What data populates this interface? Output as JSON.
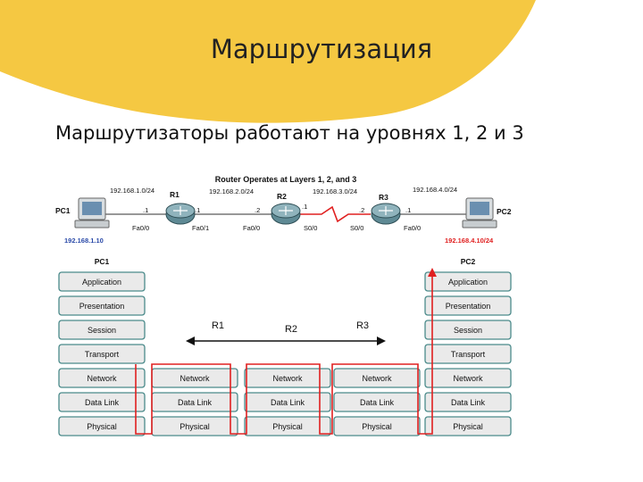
{
  "slide": {
    "title": "Маршрутизация",
    "subtitle": "Маршрутизаторы работают на уровнях 1, 2 и 3"
  },
  "diagram": {
    "heading": "Router Operates at Layers 1, 2, and 3",
    "devices": {
      "pc1": "PC1",
      "pc2": "PC2",
      "r1": "R1",
      "r2": "R2",
      "r3": "R3"
    },
    "networks": [
      "192.168.1.0/24",
      "192.168.2.0/24",
      "192.168.3.0/24",
      "192.168.4.0/24"
    ],
    "pc1_ip": "192.168.1.10",
    "pc2_ip": "192.168.4.10/24",
    "host_suffixes": {
      "r1_left": ".1",
      "r1_right": ".1",
      "r2_left": ".2",
      "r2_right": ".1",
      "r3_left": ".2",
      "r3_right": ".1"
    },
    "interfaces": {
      "r1_left": "Fa0/0",
      "r1_right": "Fa0/1",
      "r2_left": "Fa0/0",
      "r2_right": "S0/0",
      "r3_left": "S0/0",
      "r3_right": "Fa0/0"
    },
    "stack_headers": {
      "pc1": "PC1",
      "pc2": "PC2",
      "r1": "R1",
      "r2": "R2",
      "r3": "R3"
    },
    "pc_layers": [
      "Application",
      "Presentation",
      "Session",
      "Transport",
      "Network",
      "Data Link",
      "Physical"
    ],
    "router_layers": [
      "Network",
      "Data Link",
      "Physical"
    ],
    "colors": {
      "accent": "#f5c842",
      "path": "#e02020",
      "box_fill": "#eaeaea",
      "box_border": "#4a8a8a"
    }
  }
}
